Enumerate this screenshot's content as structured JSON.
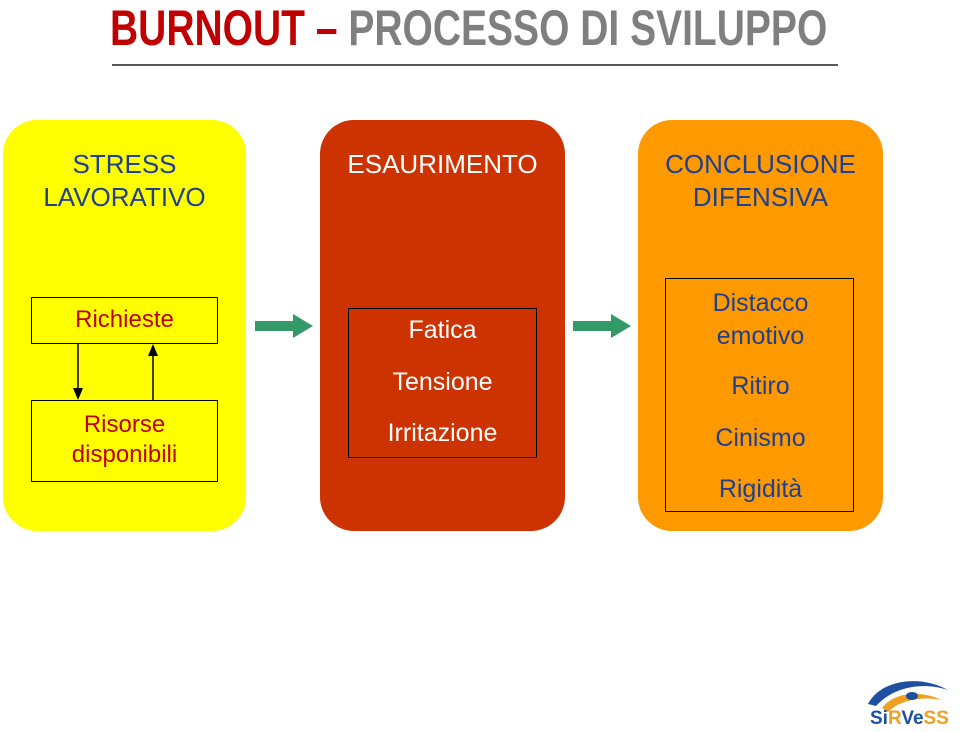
{
  "title": {
    "part1": "BURNOUT – ",
    "part2": "PROCESSO DI SVILUPPO"
  },
  "panels": [
    {
      "heading": "STRESS\nLAVORATIVO",
      "color": "#ffff00",
      "heading_color": "#1f3f8f",
      "box_top": "Richieste",
      "box_bottom": "Risorse\ndisponibili"
    },
    {
      "heading": "ESAURIMENTO",
      "color": "#cc3300",
      "heading_color": "#ffffff",
      "items": [
        "Fatica",
        "Tensione",
        "Irritazione"
      ]
    },
    {
      "heading": "CONCLUSIONE\nDIFENSIVA",
      "color": "#ff9900",
      "heading_color": "#1f3f8f",
      "items": [
        "Distacco\nemotivo",
        "Ritiro",
        "Cinismo",
        "Rigidità"
      ]
    }
  ],
  "arrow_color": "#339966",
  "logo": {
    "text_parts": [
      "Si",
      "R",
      "V",
      "e",
      "S",
      "S"
    ]
  }
}
